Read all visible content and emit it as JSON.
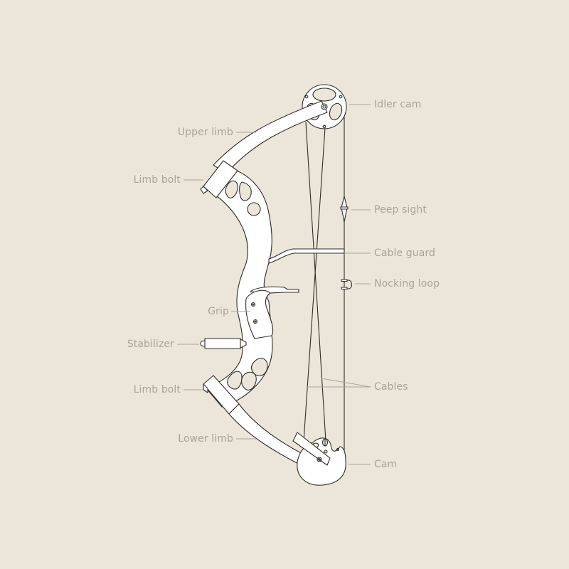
{
  "diagram": {
    "subject": "Compound bow",
    "background_color": "#ece6da",
    "line_color": "#2f2c28",
    "label_color": "#a8a39a",
    "labels": {
      "idler_cam": "Idler cam",
      "upper_limb": "Upper limb",
      "limb_bolt_upper": "Limb bolt",
      "peep_sight": "Peep sight",
      "cable_guard": "Cable guard",
      "nocking_loop": "Nocking loop",
      "grip": "Grip",
      "stabilizer": "Stabilizer",
      "limb_bolt_lower": "Limb bolt",
      "cables": "Cables",
      "lower_limb": "Lower limb",
      "cam": "Cam"
    }
  }
}
